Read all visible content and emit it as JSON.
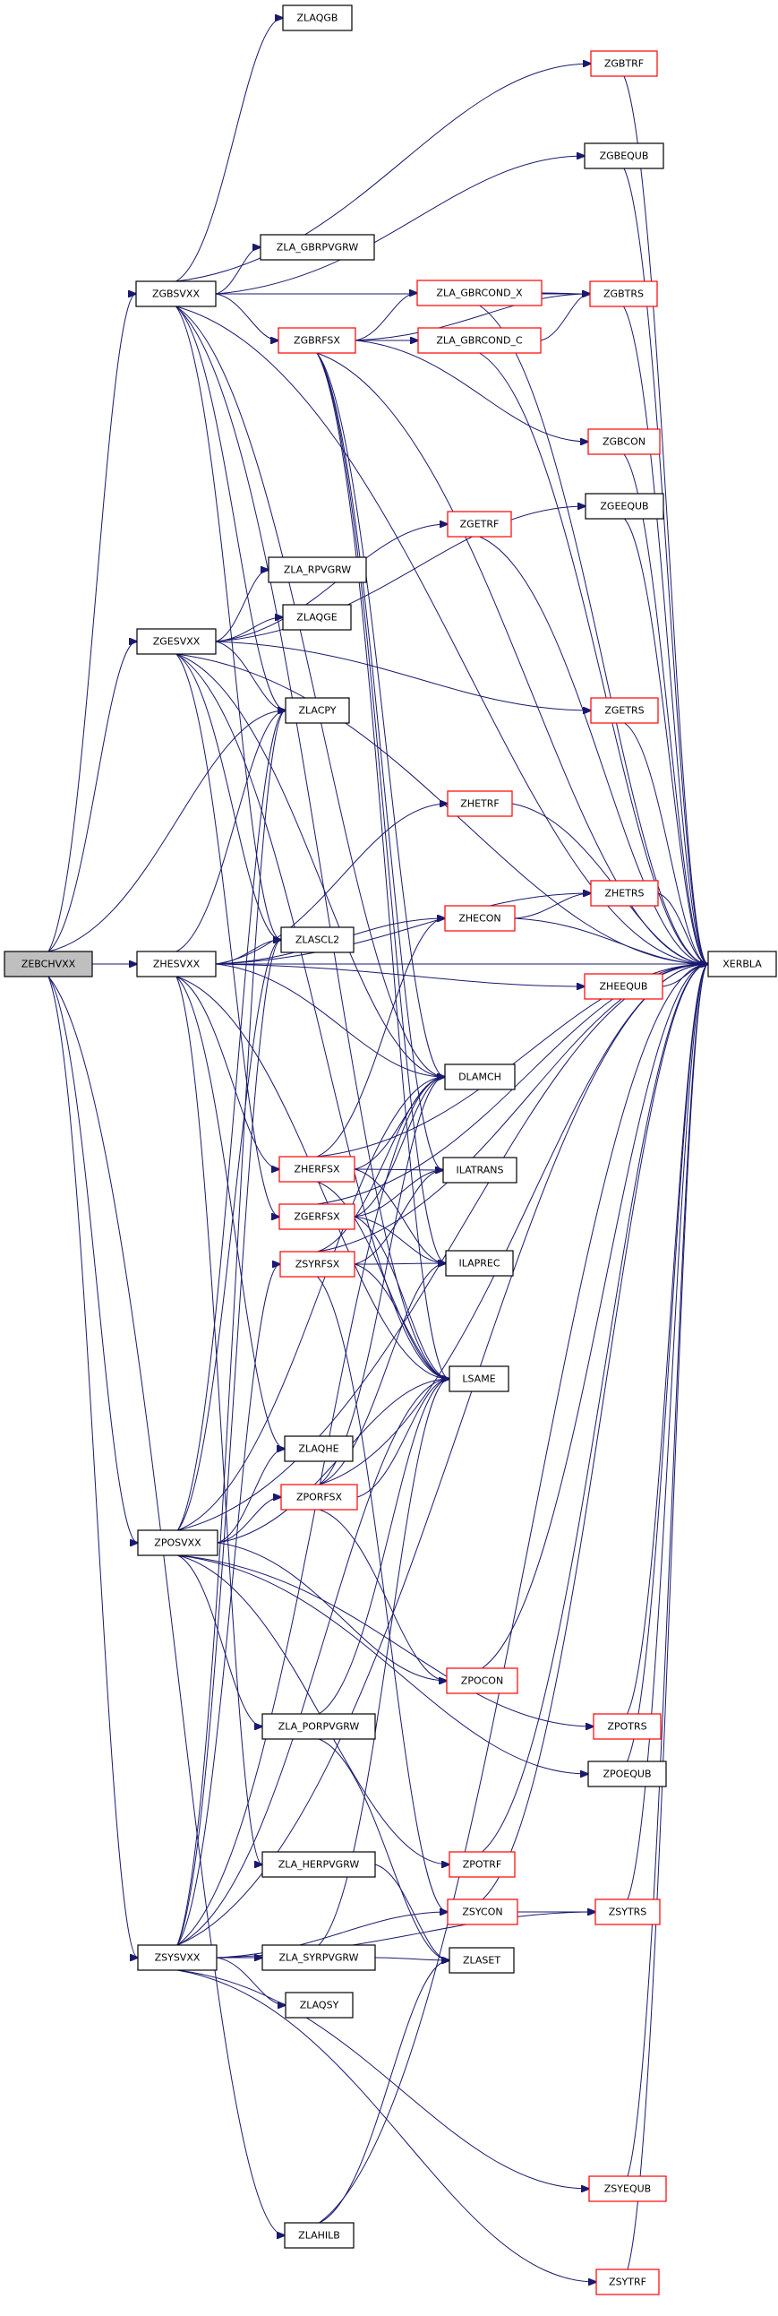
{
  "graph": {
    "title": "ZEBCHVXX call graph",
    "colors": {
      "edge": "#191970",
      "root_fill": "#bfbfbf",
      "node_fill": "#ffffff",
      "normal_border": "#000000",
      "linked_border": "#ff0000"
    },
    "nodes": [
      {
        "id": "ZEBCHVXX",
        "label": "ZEBCHVXX",
        "kind": "root"
      },
      {
        "id": "ZGBSVXX",
        "label": "ZGBSVXX",
        "kind": "normal"
      },
      {
        "id": "ZGESVXX",
        "label": "ZGESVXX",
        "kind": "normal"
      },
      {
        "id": "ZHESVXX",
        "label": "ZHESVXX",
        "kind": "normal"
      },
      {
        "id": "ZPOSVXX",
        "label": "ZPOSVXX",
        "kind": "normal"
      },
      {
        "id": "ZSYSVXX",
        "label": "ZSYSVXX",
        "kind": "normal"
      },
      {
        "id": "ZLAQGB",
        "label": "ZLAQGB",
        "kind": "normal"
      },
      {
        "id": "ZLA_GBRPVGRW",
        "label": "ZLA_GBRPVGRW",
        "kind": "normal"
      },
      {
        "id": "ZGBRFSX",
        "label": "ZGBRFSX",
        "kind": "linked"
      },
      {
        "id": "ZLA_RPVGRW",
        "label": "ZLA_RPVGRW",
        "kind": "normal"
      },
      {
        "id": "ZLAQGE",
        "label": "ZLAQGE",
        "kind": "normal"
      },
      {
        "id": "ZLACPY",
        "label": "ZLACPY",
        "kind": "normal"
      },
      {
        "id": "ZLASCL2",
        "label": "ZLASCL2",
        "kind": "normal"
      },
      {
        "id": "ZHERFSX",
        "label": "ZHERFSX",
        "kind": "linked"
      },
      {
        "id": "ZGERFSX",
        "label": "ZGERFSX",
        "kind": "linked"
      },
      {
        "id": "ZSYRFSX",
        "label": "ZSYRFSX",
        "kind": "linked"
      },
      {
        "id": "ZLAQHE",
        "label": "ZLAQHE",
        "kind": "normal"
      },
      {
        "id": "ZPORFSX",
        "label": "ZPORFSX",
        "kind": "linked"
      },
      {
        "id": "ZLA_PORPVGRW",
        "label": "ZLA_PORPVGRW",
        "kind": "normal"
      },
      {
        "id": "ZLA_HERPVGRW",
        "label": "ZLA_HERPVGRW",
        "kind": "normal"
      },
      {
        "id": "ZLA_SYRPVGRW",
        "label": "ZLA_SYRPVGRW",
        "kind": "normal"
      },
      {
        "id": "ZLAQSY",
        "label": "ZLAQSY",
        "kind": "normal"
      },
      {
        "id": "ZLAHILB",
        "label": "ZLAHILB",
        "kind": "normal"
      },
      {
        "id": "ZLA_GBRCOND_X",
        "label": "ZLA_GBRCOND_X",
        "kind": "linked"
      },
      {
        "id": "ZLA_GBRCOND_C",
        "label": "ZLA_GBRCOND_C",
        "kind": "linked"
      },
      {
        "id": "ZGETRF",
        "label": "ZGETRF",
        "kind": "linked"
      },
      {
        "id": "ZHETRF",
        "label": "ZHETRF",
        "kind": "linked"
      },
      {
        "id": "ZHECON",
        "label": "ZHECON",
        "kind": "linked"
      },
      {
        "id": "DLAMCH",
        "label": "DLAMCH",
        "kind": "normal"
      },
      {
        "id": "ILATRANS",
        "label": "ILATRANS",
        "kind": "normal"
      },
      {
        "id": "ILAPREC",
        "label": "ILAPREC",
        "kind": "normal"
      },
      {
        "id": "LSAME",
        "label": "LSAME",
        "kind": "normal"
      },
      {
        "id": "ZPOCON",
        "label": "ZPOCON",
        "kind": "linked"
      },
      {
        "id": "ZPOTRF",
        "label": "ZPOTRF",
        "kind": "linked"
      },
      {
        "id": "ZSYCON",
        "label": "ZSYCON",
        "kind": "linked"
      },
      {
        "id": "ZLASET",
        "label": "ZLASET",
        "kind": "normal"
      },
      {
        "id": "ZGBTRF",
        "label": "ZGBTRF",
        "kind": "linked"
      },
      {
        "id": "ZGBEQUB",
        "label": "ZGBEQUB",
        "kind": "normal"
      },
      {
        "id": "ZGBTRS",
        "label": "ZGBTRS",
        "kind": "linked"
      },
      {
        "id": "ZGBCON",
        "label": "ZGBCON",
        "kind": "linked"
      },
      {
        "id": "ZGEEQUB",
        "label": "ZGEEQUB",
        "kind": "normal"
      },
      {
        "id": "ZGETRS",
        "label": "ZGETRS",
        "kind": "linked"
      },
      {
        "id": "ZHETRS",
        "label": "ZHETRS",
        "kind": "linked"
      },
      {
        "id": "ZHEEQUB",
        "label": "ZHEEQUB",
        "kind": "linked"
      },
      {
        "id": "ZPOTRS",
        "label": "ZPOTRS",
        "kind": "linked"
      },
      {
        "id": "ZPOEQUB",
        "label": "ZPOEQUB",
        "kind": "normal"
      },
      {
        "id": "ZSYTRS",
        "label": "ZSYTRS",
        "kind": "linked"
      },
      {
        "id": "ZSYEQUB",
        "label": "ZSYEQUB",
        "kind": "linked"
      },
      {
        "id": "ZSYTRF",
        "label": "ZSYTRF",
        "kind": "linked"
      },
      {
        "id": "XERBLA",
        "label": "XERBLA",
        "kind": "normal"
      }
    ],
    "edges": [
      [
        "ZEBCHVXX",
        "ZGBSVXX"
      ],
      [
        "ZEBCHVXX",
        "ZGESVXX"
      ],
      [
        "ZEBCHVXX",
        "ZHESVXX"
      ],
      [
        "ZEBCHVXX",
        "ZPOSVXX"
      ],
      [
        "ZEBCHVXX",
        "ZSYSVXX"
      ],
      [
        "ZEBCHVXX",
        "ZLACPY"
      ],
      [
        "ZEBCHVXX",
        "ZLAHILB"
      ],
      [
        "ZGBSVXX",
        "ZLAQGB"
      ],
      [
        "ZGBSVXX",
        "ZGBTRF"
      ],
      [
        "ZGBSVXX",
        "ZGBEQUB"
      ],
      [
        "ZGBSVXX",
        "ZLA_GBRPVGRW"
      ],
      [
        "ZGBSVXX",
        "ZGBTRS"
      ],
      [
        "ZGBSVXX",
        "ZGBRFSX"
      ],
      [
        "ZGBSVXX",
        "ZLACPY"
      ],
      [
        "ZGBSVXX",
        "ZLASCL2"
      ],
      [
        "ZGBSVXX",
        "DLAMCH"
      ],
      [
        "ZGBSVXX",
        "LSAME"
      ],
      [
        "ZGBSVXX",
        "XERBLA"
      ],
      [
        "ZGBRFSX",
        "ZLA_GBRCOND_X"
      ],
      [
        "ZGBRFSX",
        "ZLA_GBRCOND_C"
      ],
      [
        "ZGBRFSX",
        "ZGBTRS"
      ],
      [
        "ZGBRFSX",
        "ZGBCON"
      ],
      [
        "ZGBRFSX",
        "DLAMCH"
      ],
      [
        "ZGBRFSX",
        "ILATRANS"
      ],
      [
        "ZGBRFSX",
        "ILAPREC"
      ],
      [
        "ZGBRFSX",
        "LSAME"
      ],
      [
        "ZGBRFSX",
        "XERBLA"
      ],
      [
        "ZLA_GBRCOND_X",
        "ZGBTRS"
      ],
      [
        "ZLA_GBRCOND_X",
        "XERBLA"
      ],
      [
        "ZLA_GBRCOND_C",
        "ZGBTRS"
      ],
      [
        "ZLA_GBRCOND_C",
        "XERBLA"
      ],
      [
        "ZGESVXX",
        "ZLA_RPVGRW"
      ],
      [
        "ZGESVXX",
        "ZLAQGE"
      ],
      [
        "ZGESVXX",
        "ZLACPY"
      ],
      [
        "ZGESVXX",
        "ZGEEQUB"
      ],
      [
        "ZGESVXX",
        "ZGETRF"
      ],
      [
        "ZGESVXX",
        "ZGETRS"
      ],
      [
        "ZGESVXX",
        "ZGERFSX"
      ],
      [
        "ZGESVXX",
        "ZLASCL2"
      ],
      [
        "ZGESVXX",
        "DLAMCH"
      ],
      [
        "ZGESVXX",
        "LSAME"
      ],
      [
        "ZGESVXX",
        "XERBLA"
      ],
      [
        "ZHESVXX",
        "ZLASCL2"
      ],
      [
        "ZHESVXX",
        "ZHETRF"
      ],
      [
        "ZHESVXX",
        "ZHETRS"
      ],
      [
        "ZHESVXX",
        "ZHECON"
      ],
      [
        "ZHESVXX",
        "ZHEEQUB"
      ],
      [
        "ZHESVXX",
        "DLAMCH"
      ],
      [
        "ZHESVXX",
        "ZHERFSX"
      ],
      [
        "ZHESVXX",
        "ZLAQHE"
      ],
      [
        "ZHESVXX",
        "ZLA_HERPVGRW"
      ],
      [
        "ZHESVXX",
        "LSAME"
      ],
      [
        "ZHESVXX",
        "XERBLA"
      ],
      [
        "ZHESVXX",
        "ZLACPY"
      ],
      [
        "ZHECON",
        "ZHETRS"
      ],
      [
        "ZHECON",
        "XERBLA"
      ],
      [
        "ZHETRS",
        "XERBLA"
      ],
      [
        "ZHEEQUB",
        "XERBLA"
      ],
      [
        "ZHETRF",
        "XERBLA"
      ],
      [
        "ZHERFSX",
        "ZHECON"
      ],
      [
        "ZHERFSX",
        "DLAMCH"
      ],
      [
        "ZHERFSX",
        "ILATRANS"
      ],
      [
        "ZHERFSX",
        "ILAPREC"
      ],
      [
        "ZHERFSX",
        "LSAME"
      ],
      [
        "ZHERFSX",
        "XERBLA"
      ],
      [
        "ZGERFSX",
        "DLAMCH"
      ],
      [
        "ZGERFSX",
        "ILATRANS"
      ],
      [
        "ZGERFSX",
        "ILAPREC"
      ],
      [
        "ZGERFSX",
        "LSAME"
      ],
      [
        "ZGERFSX",
        "XERBLA"
      ],
      [
        "ZSYRFSX",
        "DLAMCH"
      ],
      [
        "ZSYRFSX",
        "ILATRANS"
      ],
      [
        "ZSYRFSX",
        "ILAPREC"
      ],
      [
        "ZSYRFSX",
        "LSAME"
      ],
      [
        "ZSYRFSX",
        "XERBLA"
      ],
      [
        "ZSYRFSX",
        "ZSYCON"
      ],
      [
        "ZPOSVXX",
        "ZLAQHE"
      ],
      [
        "ZPOSVXX",
        "ZPORFSX"
      ],
      [
        "ZPOSVXX",
        "ZPOCON"
      ],
      [
        "ZPOSVXX",
        "ZLA_PORPVGRW"
      ],
      [
        "ZPOSVXX",
        "ZPOTRS"
      ],
      [
        "ZPOSVXX",
        "ZPOEQUB"
      ],
      [
        "ZPOSVXX",
        "ZPOTRF"
      ],
      [
        "ZPOSVXX",
        "ZLACPY"
      ],
      [
        "ZPOSVXX",
        "ZLASCL2"
      ],
      [
        "ZPOSVXX",
        "DLAMCH"
      ],
      [
        "ZPOSVXX",
        "LSAME"
      ],
      [
        "ZPOSVXX",
        "XERBLA"
      ],
      [
        "ZPORFSX",
        "ZPOCON"
      ],
      [
        "ZPORFSX",
        "DLAMCH"
      ],
      [
        "ZPORFSX",
        "ILAPREC"
      ],
      [
        "ZPORFSX",
        "LSAME"
      ],
      [
        "ZPORFSX",
        "XERBLA"
      ],
      [
        "ZPOCON",
        "XERBLA"
      ],
      [
        "ZPOTRS",
        "XERBLA"
      ],
      [
        "ZPOEQUB",
        "XERBLA"
      ],
      [
        "ZPOTRF",
        "XERBLA"
      ],
      [
        "ZLA_PORPVGRW",
        "LSAME"
      ],
      [
        "ZLA_PORPVGRW",
        "ZLASET"
      ],
      [
        "ZLA_HERPVGRW",
        "ZLASET"
      ],
      [
        "ZLA_SYRPVGRW",
        "LSAME"
      ],
      [
        "ZLA_SYRPVGRW",
        "ZLASET"
      ],
      [
        "ZSYSVXX",
        "ZLA_SYRPVGRW"
      ],
      [
        "ZSYSVXX",
        "ZLAQSY"
      ],
      [
        "ZSYSVXX",
        "ZSYCON"
      ],
      [
        "ZSYSVXX",
        "ZSYTRS"
      ],
      [
        "ZSYSVXX",
        "ZSYEQUB"
      ],
      [
        "ZSYSVXX",
        "ZSYTRF"
      ],
      [
        "ZSYSVXX",
        "ZSYRFSX"
      ],
      [
        "ZSYSVXX",
        "ZLACPY"
      ],
      [
        "ZSYSVXX",
        "ZLASCL2"
      ],
      [
        "ZSYSVXX",
        "DLAMCH"
      ],
      [
        "ZSYSVXX",
        "LSAME"
      ],
      [
        "ZSYSVXX",
        "XERBLA"
      ],
      [
        "ZSYCON",
        "ZSYTRS"
      ],
      [
        "ZSYCON",
        "XERBLA"
      ],
      [
        "ZSYTRS",
        "XERBLA"
      ],
      [
        "ZSYEQUB",
        "XERBLA"
      ],
      [
        "ZSYTRF",
        "XERBLA"
      ],
      [
        "ZLAHILB",
        "ZLASET"
      ],
      [
        "ZLAHILB",
        "XERBLA"
      ],
      [
        "ZGBTRF",
        "XERBLA"
      ],
      [
        "ZGBEQUB",
        "XERBLA"
      ],
      [
        "ZGBTRS",
        "XERBLA"
      ],
      [
        "ZGBCON",
        "XERBLA"
      ],
      [
        "ZGEEQUB",
        "XERBLA"
      ],
      [
        "ZGETRF",
        "XERBLA"
      ],
      [
        "ZGETRS",
        "XERBLA"
      ]
    ]
  }
}
